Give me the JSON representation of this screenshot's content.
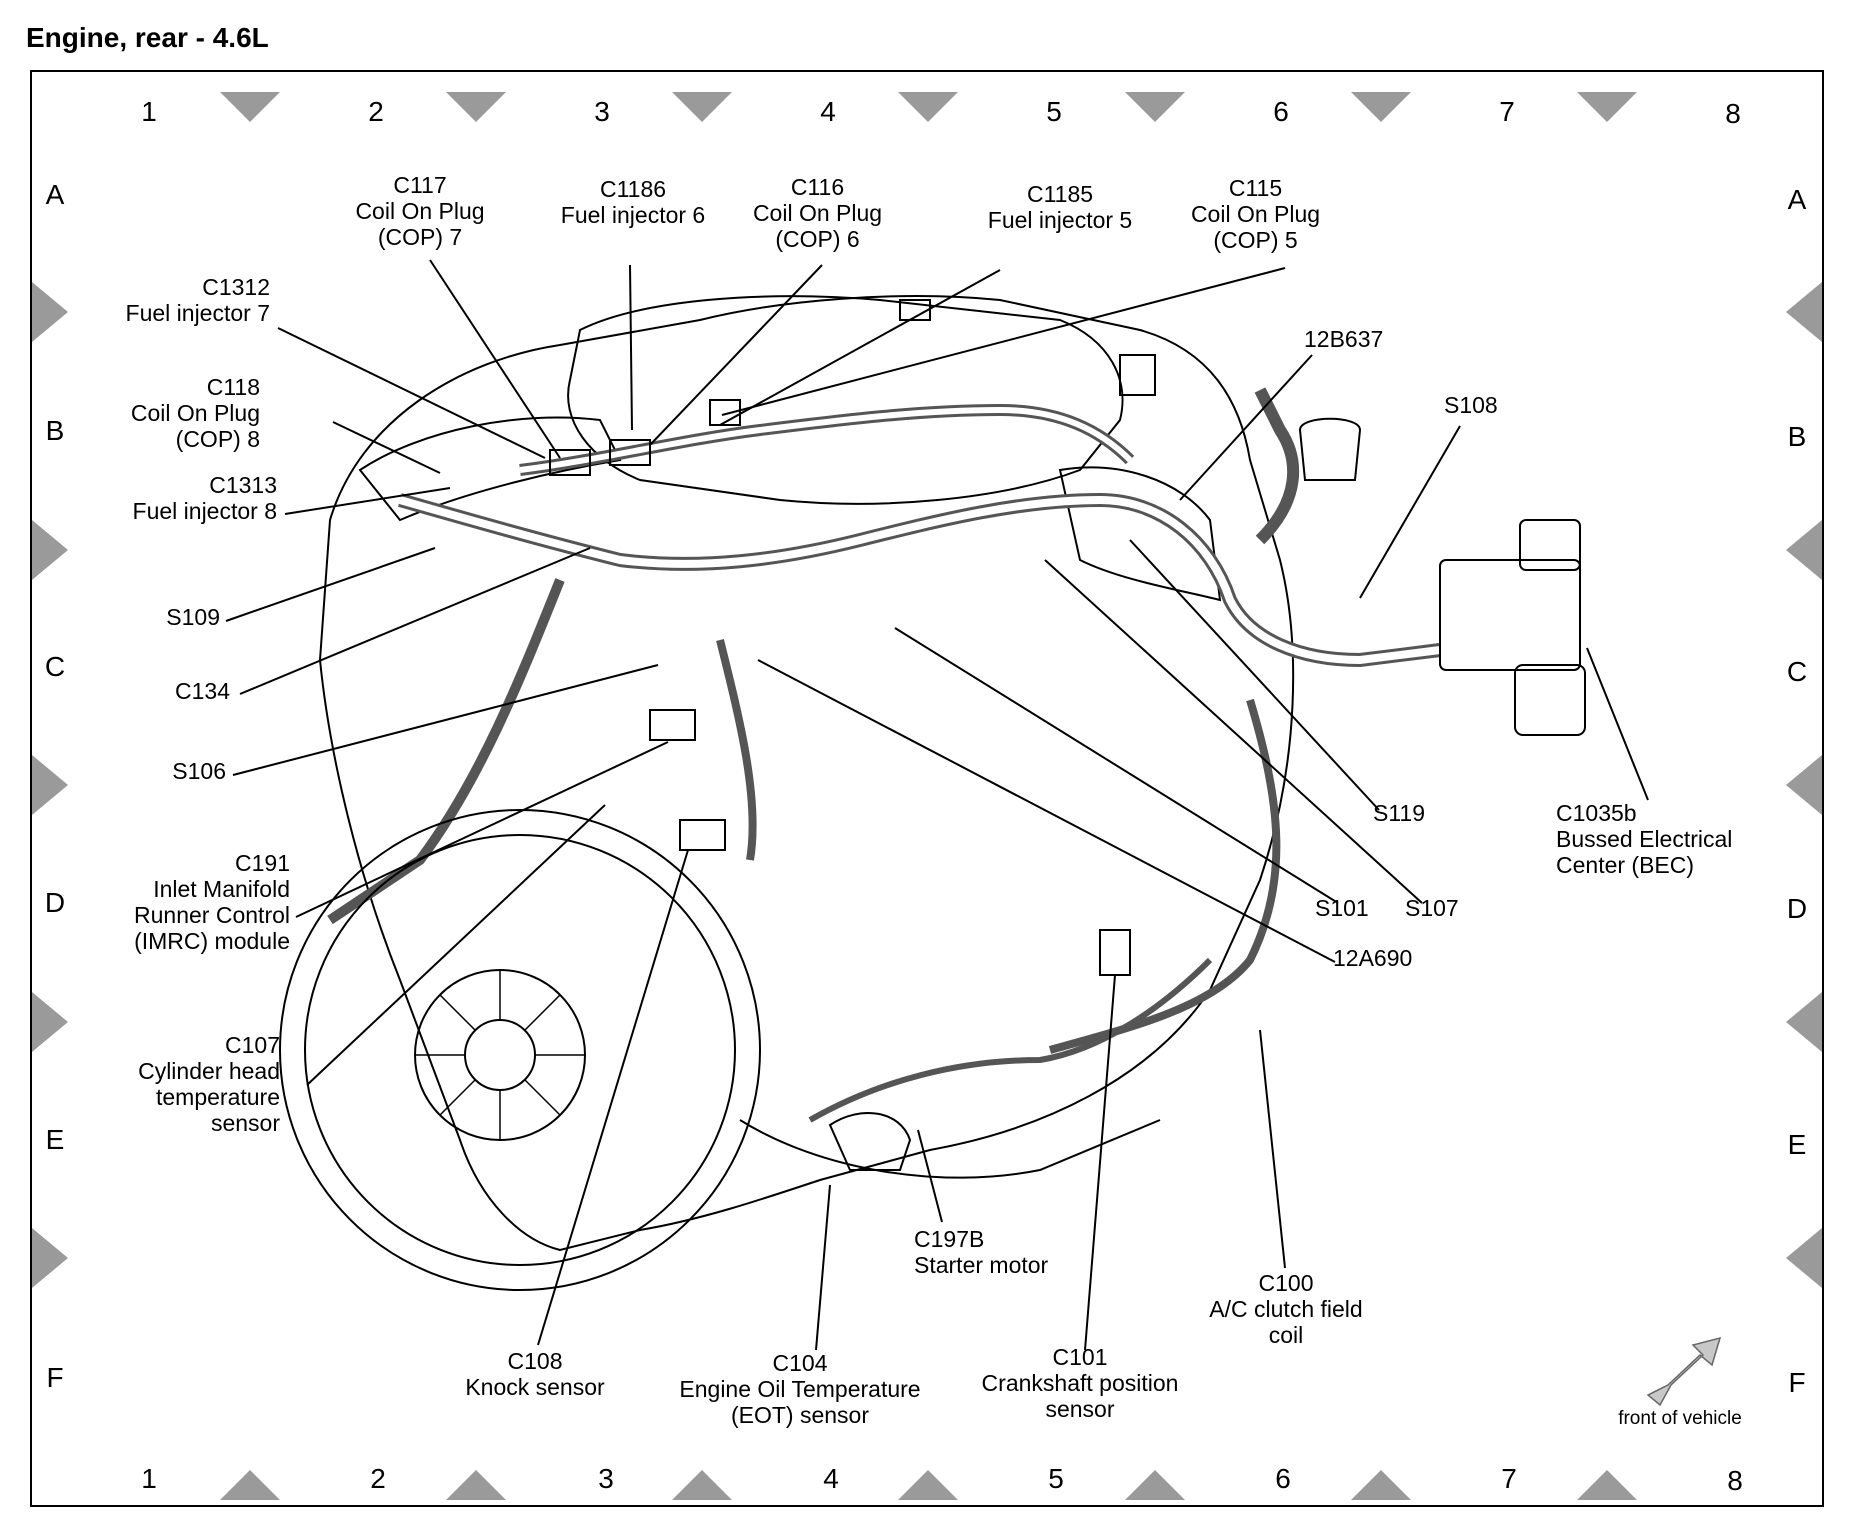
{
  "title": "Engine, rear - 4.6L",
  "grid": {
    "columns": [
      "1",
      "2",
      "3",
      "4",
      "5",
      "6",
      "7",
      "8"
    ],
    "rows": [
      "A",
      "B",
      "C",
      "D",
      "E",
      "F"
    ]
  },
  "callouts": {
    "c117": [
      "C117",
      "Coil On Plug",
      "(COP) 7"
    ],
    "c1186": [
      "C1186",
      "Fuel injector 6"
    ],
    "c116": [
      "C116",
      "Coil On Plug",
      "(COP) 6"
    ],
    "c1185": [
      "C1185",
      "Fuel injector 5"
    ],
    "c115": [
      "C115",
      "Coil On Plug",
      "(COP) 5"
    ],
    "c1312": [
      "C1312",
      "Fuel injector 7"
    ],
    "c118": [
      "C118",
      "Coil On Plug",
      "(COP) 8"
    ],
    "c1313": [
      "C1313",
      "Fuel injector 8"
    ],
    "s109": [
      "S109"
    ],
    "c134": [
      "C134"
    ],
    "s106": [
      "S106"
    ],
    "c191": [
      "C191",
      "Inlet Manifold",
      "Runner Control",
      "(IMRC) module"
    ],
    "c107": [
      "C107",
      "Cylinder head",
      "temperature",
      "sensor"
    ],
    "c108": [
      "C108",
      "Knock sensor"
    ],
    "c104": [
      "C104",
      "Engine Oil Temperature",
      "(EOT) sensor"
    ],
    "c197b": [
      "C197B",
      "Starter motor"
    ],
    "c101": [
      "C101",
      "Crankshaft position",
      "sensor"
    ],
    "c100": [
      "C100",
      "A/C clutch field",
      "coil"
    ],
    "r12b637": [
      "12B637"
    ],
    "s108": [
      "S108"
    ],
    "s119": [
      "S119"
    ],
    "c1035b": [
      "C1035b",
      "Bussed Electrical",
      "Center (BEC)"
    ],
    "s101": [
      "S101"
    ],
    "s107": [
      "S107"
    ],
    "r12a690": [
      "12A690"
    ]
  },
  "front_of_vehicle": "front of vehicle"
}
